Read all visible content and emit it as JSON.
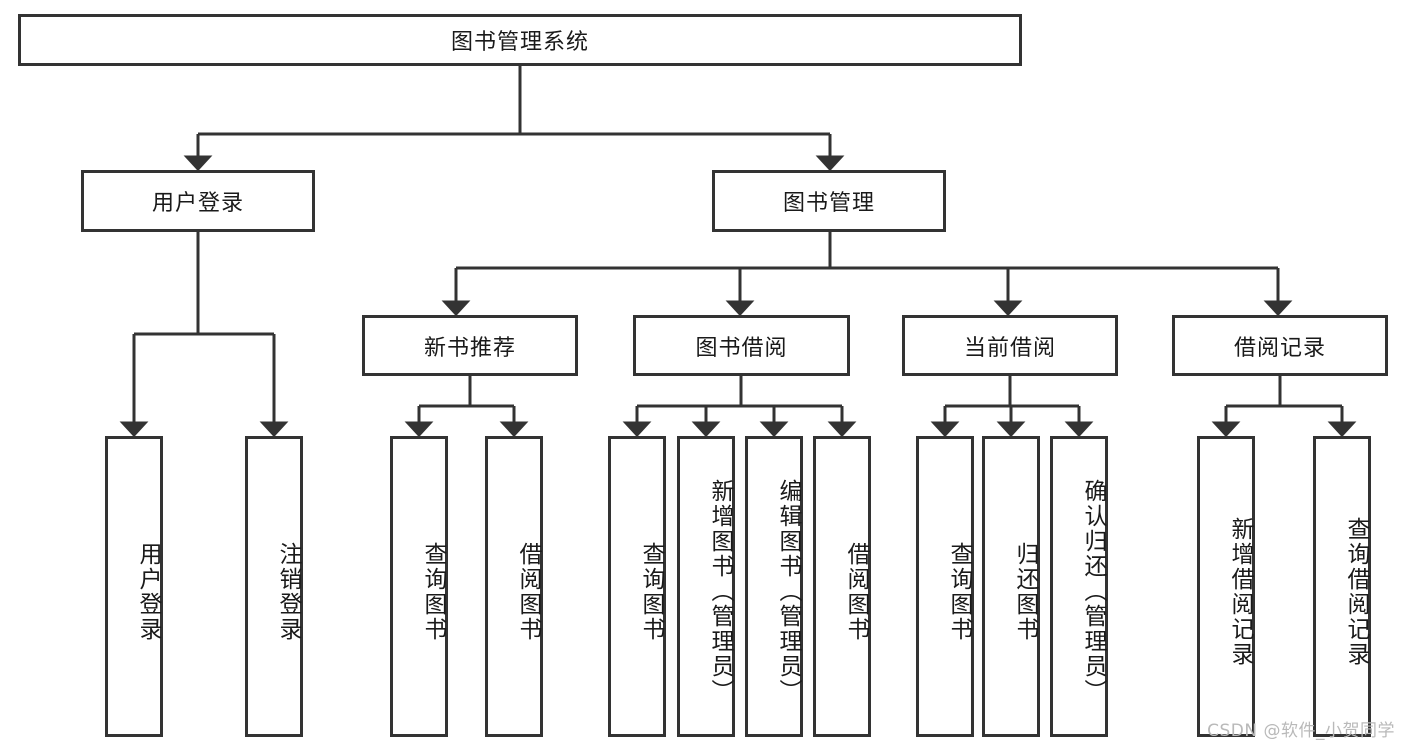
{
  "diagram": {
    "title": "图书管理系统",
    "root": {
      "label": "图书管理系统"
    },
    "level2": [
      {
        "label": "用户登录"
      },
      {
        "label": "图书管理"
      }
    ],
    "level3": [
      {
        "label": "新书推荐"
      },
      {
        "label": "图书借阅"
      },
      {
        "label": "当前借阅"
      },
      {
        "label": "借阅记录"
      }
    ],
    "leaves_user_login": [
      {
        "label": "用户登录"
      },
      {
        "label": "注销登录"
      }
    ],
    "leaves_new_book": [
      {
        "label": "查询图书"
      },
      {
        "label": "借阅图书"
      }
    ],
    "leaves_borrow": [
      {
        "label": "查询图书"
      },
      {
        "label": "新增图书（管理员）"
      },
      {
        "label": "编辑图书（管理员）"
      },
      {
        "label": "借阅图书"
      }
    ],
    "leaves_current": [
      {
        "label": "查询图书"
      },
      {
        "label": "归还图书"
      },
      {
        "label": "确认归还（管理员）"
      }
    ],
    "leaves_records": [
      {
        "label": "新增借阅记录"
      },
      {
        "label": "查询借阅记录"
      }
    ]
  },
  "watermark": {
    "text": "CSDN @软件_小贺同学"
  },
  "colors": {
    "stroke": "#333333",
    "background": "#ffffff",
    "text": "#1a1a1a",
    "watermark": "#b9b9b9"
  }
}
